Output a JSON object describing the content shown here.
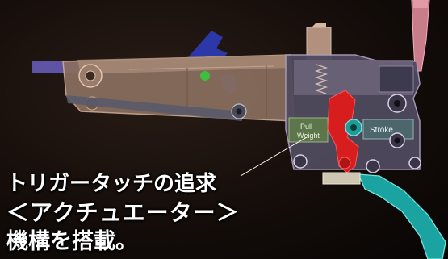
{
  "caption": {
    "line1": "トリガータッチの追求",
    "line2": "＜アクチュエーター＞",
    "line3": "機構を搭載。"
  },
  "labels": {
    "pull": "Pull",
    "pull_weight": "Weight",
    "stroke": "Stroke"
  },
  "colors": {
    "background": "#140d0a",
    "frame": "#8a6f5f",
    "trigger": "#1aa3a0",
    "actuator": "#e01b1b",
    "accent_blue": "#2d38a8",
    "accent_pink": "#d98a98"
  },
  "icons": [
    "trigger-mechanism-illustration"
  ]
}
